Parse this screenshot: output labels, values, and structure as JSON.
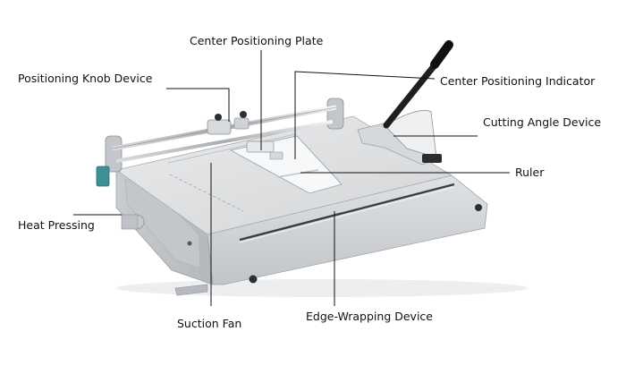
{
  "labels": {
    "center_positioning_plate": "Center Positioning Plate",
    "positioning_knob_device": "Positioning Knob Device",
    "center_positioning_indicator": "Center Positioning Indicator",
    "cutting_angle_device": "Cutting Angle Device",
    "ruler": "Ruler",
    "heat_pressing": "Heat Pressing",
    "suction_fan": "Suction Fan",
    "edge_wrapping_device": "Edge-Wrapping Device"
  }
}
